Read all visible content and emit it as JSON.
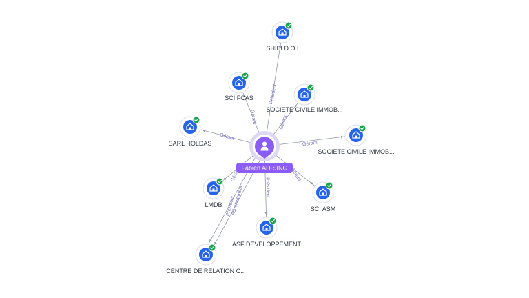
{
  "center": {
    "name": "Fabien AH-SING",
    "icon": "person-icon",
    "color": "#8b5cf6"
  },
  "colors": {
    "company_icon_bg": "#2563eb",
    "verified_badge": "#16a34a",
    "edge": "#8e96a8",
    "edge_label": "#7b74c9"
  },
  "companies": [
    {
      "id": "shield",
      "name": "SHIELD O I",
      "icon": "building-icon",
      "verified": true
    },
    {
      "id": "scifcas",
      "name": "SCI FCAS",
      "icon": "building-icon",
      "verified": true
    },
    {
      "id": "sci-immob-1",
      "name": "SOCIETE CIVILE IMMOB...",
      "icon": "building-icon",
      "verified": true
    },
    {
      "id": "sarl",
      "name": "SARL HOLDAS",
      "icon": "building-icon",
      "verified": true
    },
    {
      "id": "sci-immob-2",
      "name": "SOCIETE CIVILE IMMOB...",
      "icon": "building-icon",
      "verified": true
    },
    {
      "id": "lmdb",
      "name": "LMDB",
      "icon": "building-icon",
      "verified": true
    },
    {
      "id": "sciasm",
      "name": "SCI ASM",
      "icon": "building-icon",
      "verified": true
    },
    {
      "id": "asf",
      "name": "ASF DEVELOPPEMENT",
      "icon": "building-icon",
      "verified": true
    },
    {
      "id": "centre",
      "name": "CENTRE DE RELATION C...",
      "icon": "building-icon",
      "verified": true
    }
  ],
  "edges": [
    {
      "to": "shield",
      "label": "Président"
    },
    {
      "to": "scifcas",
      "label": "Gérant"
    },
    {
      "to": "sci-immob-1",
      "label": "Gérant"
    },
    {
      "to": "sarl",
      "label": "Gérant"
    },
    {
      "to": "sci-immob-2",
      "label": "Gérant"
    },
    {
      "to": "lmdb",
      "label": "Gérant"
    },
    {
      "to": "sciasm",
      "label": "Gérant"
    },
    {
      "to": "asf",
      "label": "Président"
    },
    {
      "to": "centre",
      "label": "Président"
    },
    {
      "to": "centre",
      "label": "Administrateur"
    }
  ]
}
